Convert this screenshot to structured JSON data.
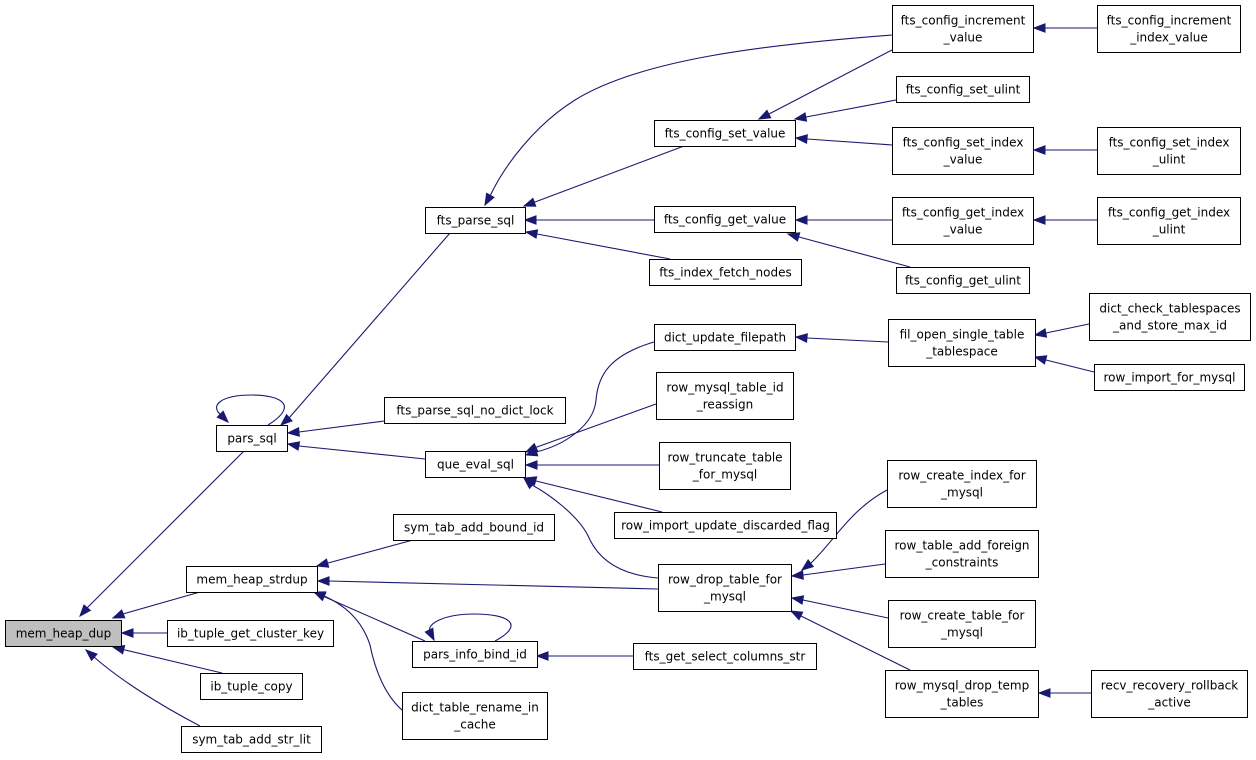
{
  "graph": {
    "colors": {
      "edge": "#191970",
      "root_fill": "#bfbfbf",
      "node_fill": "#ffffff",
      "node_border": "#000000"
    },
    "nodes": [
      {
        "id": "mem_heap_dup",
        "lines": [
          "mem_heap_dup"
        ],
        "root": true
      },
      {
        "id": "pars_sql",
        "lines": [
          "pars_sql"
        ]
      },
      {
        "id": "mem_heap_strdup",
        "lines": [
          "mem_heap_strdup"
        ]
      },
      {
        "id": "ib_tuple_get_cluster_key",
        "lines": [
          "ib_tuple_get_cluster_key"
        ]
      },
      {
        "id": "ib_tuple_copy",
        "lines": [
          "ib_tuple_copy"
        ]
      },
      {
        "id": "sym_tab_add_str_lit",
        "lines": [
          "sym_tab_add_str_lit"
        ]
      },
      {
        "id": "fts_parse_sql",
        "lines": [
          "fts_parse_sql"
        ]
      },
      {
        "id": "fts_parse_sql_no_dict_lock",
        "lines": [
          "fts_parse_sql_no_dict_lock"
        ]
      },
      {
        "id": "que_eval_sql",
        "lines": [
          "que_eval_sql"
        ]
      },
      {
        "id": "sym_tab_add_bound_id",
        "lines": [
          "sym_tab_add_bound_id"
        ]
      },
      {
        "id": "pars_info_bind_id",
        "lines": [
          "pars_info_bind_id"
        ]
      },
      {
        "id": "dict_table_rename_in_cache",
        "lines": [
          "dict_table_rename_in",
          "_cache"
        ]
      },
      {
        "id": "fts_config_set_value",
        "lines": [
          "fts_config_set_value"
        ]
      },
      {
        "id": "fts_config_get_value",
        "lines": [
          "fts_config_get_value"
        ]
      },
      {
        "id": "fts_index_fetch_nodes",
        "lines": [
          "fts_index_fetch_nodes"
        ]
      },
      {
        "id": "dict_update_filepath",
        "lines": [
          "dict_update_filepath"
        ]
      },
      {
        "id": "row_mysql_table_id_reassign",
        "lines": [
          "row_mysql_table_id",
          "_reassign"
        ]
      },
      {
        "id": "row_truncate_table_for_mysql",
        "lines": [
          "row_truncate_table",
          "_for_mysql"
        ]
      },
      {
        "id": "row_import_update_discarded_flag",
        "lines": [
          "row_import_update_discarded_flag"
        ]
      },
      {
        "id": "row_drop_table_for_mysql",
        "lines": [
          "row_drop_table_for",
          "_mysql"
        ]
      },
      {
        "id": "fts_get_select_columns_str",
        "lines": [
          "fts_get_select_columns_str"
        ]
      },
      {
        "id": "fts_config_increment_value",
        "lines": [
          "fts_config_increment",
          "_value"
        ]
      },
      {
        "id": "fts_config_set_ulint",
        "lines": [
          "fts_config_set_ulint"
        ]
      },
      {
        "id": "fts_config_set_index_value",
        "lines": [
          "fts_config_set_index",
          "_value"
        ]
      },
      {
        "id": "fts_config_get_index_value",
        "lines": [
          "fts_config_get_index",
          "_value"
        ]
      },
      {
        "id": "fts_config_get_ulint",
        "lines": [
          "fts_config_get_ulint"
        ]
      },
      {
        "id": "fil_open_single_table_tablespace",
        "lines": [
          "fil_open_single_table",
          "_tablespace"
        ]
      },
      {
        "id": "row_create_index_for_mysql",
        "lines": [
          "row_create_index_for",
          "_mysql"
        ]
      },
      {
        "id": "row_table_add_foreign_constraints",
        "lines": [
          "row_table_add_foreign",
          "_constraints"
        ]
      },
      {
        "id": "row_create_table_for_mysql",
        "lines": [
          "row_create_table_for",
          "_mysql"
        ]
      },
      {
        "id": "row_mysql_drop_temp_tables",
        "lines": [
          "row_mysql_drop_temp",
          "_tables"
        ]
      },
      {
        "id": "fts_config_increment_index_value",
        "lines": [
          "fts_config_increment",
          "_index_value"
        ]
      },
      {
        "id": "fts_config_set_index_ulint",
        "lines": [
          "fts_config_set_index",
          "_ulint"
        ]
      },
      {
        "id": "fts_config_get_index_ulint",
        "lines": [
          "fts_config_get_index",
          "_ulint"
        ]
      },
      {
        "id": "dict_check_tablespaces_and_store_max_id",
        "lines": [
          "dict_check_tablespaces",
          "_and_store_max_id"
        ]
      },
      {
        "id": "row_import_for_mysql",
        "lines": [
          "row_import_for_mysql"
        ]
      },
      {
        "id": "recv_recovery_rollback_active",
        "lines": [
          "recv_recovery_rollback",
          "_active"
        ]
      }
    ],
    "edges": [
      {
        "from": "pars_sql",
        "to": "mem_heap_dup"
      },
      {
        "from": "mem_heap_strdup",
        "to": "mem_heap_dup"
      },
      {
        "from": "ib_tuple_get_cluster_key",
        "to": "mem_heap_dup"
      },
      {
        "from": "ib_tuple_copy",
        "to": "mem_heap_dup"
      },
      {
        "from": "sym_tab_add_str_lit",
        "to": "mem_heap_dup"
      },
      {
        "from": "pars_sql",
        "to": "pars_sql"
      },
      {
        "from": "fts_parse_sql",
        "to": "pars_sql"
      },
      {
        "from": "fts_parse_sql_no_dict_lock",
        "to": "pars_sql"
      },
      {
        "from": "que_eval_sql",
        "to": "pars_sql"
      },
      {
        "from": "fts_config_increment_value",
        "to": "fts_parse_sql"
      },
      {
        "from": "fts_config_set_value",
        "to": "fts_parse_sql"
      },
      {
        "from": "fts_config_get_value",
        "to": "fts_parse_sql"
      },
      {
        "from": "fts_index_fetch_nodes",
        "to": "fts_parse_sql"
      },
      {
        "from": "fts_config_increment_value",
        "to": "fts_config_set_value"
      },
      {
        "from": "fts_config_set_ulint",
        "to": "fts_config_set_value"
      },
      {
        "from": "fts_config_set_index_value",
        "to": "fts_config_set_value"
      },
      {
        "from": "fts_config_get_index_value",
        "to": "fts_config_get_value"
      },
      {
        "from": "fts_config_get_ulint",
        "to": "fts_config_get_value"
      },
      {
        "from": "fts_config_increment_index_value",
        "to": "fts_config_increment_value"
      },
      {
        "from": "fts_config_set_index_ulint",
        "to": "fts_config_set_index_value"
      },
      {
        "from": "fts_config_get_index_ulint",
        "to": "fts_config_get_index_value"
      },
      {
        "from": "dict_update_filepath",
        "to": "que_eval_sql"
      },
      {
        "from": "row_mysql_table_id_reassign",
        "to": "que_eval_sql"
      },
      {
        "from": "row_truncate_table_for_mysql",
        "to": "que_eval_sql"
      },
      {
        "from": "row_import_update_discarded_flag",
        "to": "que_eval_sql"
      },
      {
        "from": "row_drop_table_for_mysql",
        "to": "que_eval_sql"
      },
      {
        "from": "fil_open_single_table_tablespace",
        "to": "dict_update_filepath"
      },
      {
        "from": "dict_check_tablespaces_and_store_max_id",
        "to": "fil_open_single_table_tablespace"
      },
      {
        "from": "row_import_for_mysql",
        "to": "fil_open_single_table_tablespace"
      },
      {
        "from": "row_create_index_for_mysql",
        "to": "row_drop_table_for_mysql"
      },
      {
        "from": "row_table_add_foreign_constraints",
        "to": "row_drop_table_for_mysql"
      },
      {
        "from": "row_create_table_for_mysql",
        "to": "row_drop_table_for_mysql"
      },
      {
        "from": "row_mysql_drop_temp_tables",
        "to": "row_drop_table_for_mysql"
      },
      {
        "from": "recv_recovery_rollback_active",
        "to": "row_mysql_drop_temp_tables"
      },
      {
        "from": "sym_tab_add_bound_id",
        "to": "mem_heap_strdup"
      },
      {
        "from": "row_drop_table_for_mysql",
        "to": "mem_heap_strdup"
      },
      {
        "from": "pars_info_bind_id",
        "to": "mem_heap_strdup"
      },
      {
        "from": "dict_table_rename_in_cache",
        "to": "mem_heap_strdup"
      },
      {
        "from": "pars_info_bind_id",
        "to": "pars_info_bind_id"
      },
      {
        "from": "fts_get_select_columns_str",
        "to": "pars_info_bind_id"
      }
    ]
  }
}
